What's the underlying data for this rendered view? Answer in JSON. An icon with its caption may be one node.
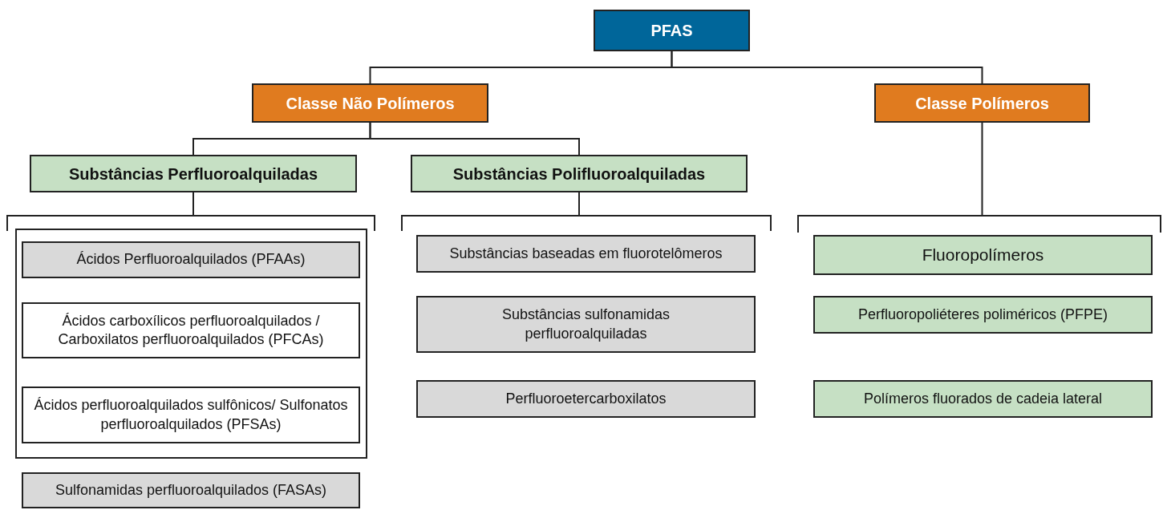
{
  "diagram": {
    "nodes": [
      {
        "text": [
          "PFAS"
        ]
      },
      {
        "text": [
          "Classe Não Polímeros"
        ]
      },
      {
        "text": [
          "Classe Polímeros"
        ]
      },
      {
        "text": [
          "Substâncias Perfluoroalquiladas"
        ]
      },
      {
        "text": [
          "Substâncias Polifluoroalquiladas"
        ]
      },
      {
        "text": [],
        "shape": "bracket"
      },
      {
        "text": [],
        "shape": "bracket"
      },
      {
        "text": [],
        "shape": "bracket"
      },
      {
        "text": [],
        "shape": "box"
      },
      {
        "text": [
          "Ácidos Perfluoroalquilados (PFAAs)"
        ],
        "in": 8
      },
      {
        "text": [
          "Ácidos carboxílicos perfluoroalquilados / Carboxilatos perfluoroalquilados (PFCAs)"
        ],
        "in": 8
      },
      {
        "text": [
          "Ácidos perfluoroalquilados sulfônicos/ Sulfonatos perfluoroalquilados (PFSAs)"
        ],
        "in": 8
      },
      {
        "text": [
          "Sulfonamidas perfluoroalquilados (FASAs)"
        ]
      },
      {
        "text": [
          "Substâncias baseadas em fluorotelômeros"
        ]
      },
      {
        "text": [
          "Substâncias sulfonamidas perfluoroalquiladas"
        ]
      },
      {
        "text": [
          "Perfluoroetercarboxilatos"
        ]
      },
      {
        "text": [
          "Fluoropolímeros"
        ]
      },
      {
        "text": [
          "Perfluoropoliéteres poliméricos (PFPE)"
        ]
      },
      {
        "text": [
          "Polímeros fluorados de cadeia lateral"
        ]
      }
    ],
    "edges": [
      {
        "from": 0,
        "to": 1,
        "arrow": "none"
      },
      {
        "from": 0,
        "to": 2,
        "arrow": "none"
      },
      {
        "from": 1,
        "to": 3,
        "arrow": "none"
      },
      {
        "from": 1,
        "to": 4,
        "arrow": "none"
      },
      {
        "from": 3,
        "to": 5,
        "arrow": "none"
      },
      {
        "from": 4,
        "to": 6,
        "arrow": "none"
      },
      {
        "from": 2,
        "to": 7,
        "arrow": "none"
      }
    ]
  }
}
